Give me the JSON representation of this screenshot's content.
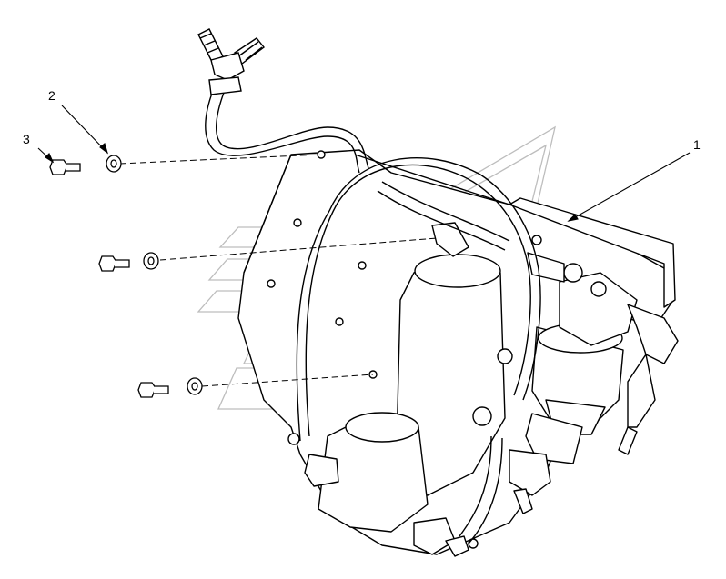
{
  "diagram": {
    "callouts": [
      {
        "id": "1",
        "label": "1"
      },
      {
        "id": "2",
        "label": "2"
      },
      {
        "id": "3",
        "label": "3"
      }
    ],
    "colors": {
      "line": "#000000",
      "watermark": "#bdbdbd",
      "background": "#ffffff"
    }
  }
}
